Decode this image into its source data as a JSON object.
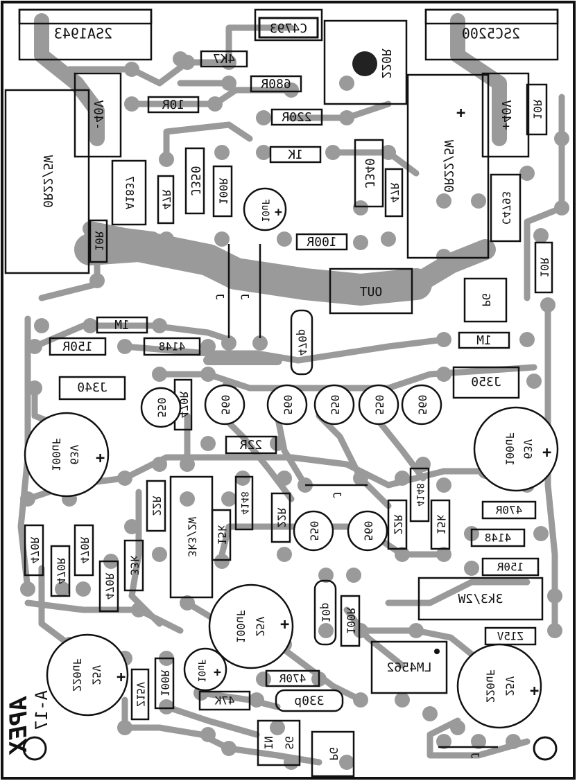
{
  "board": {
    "brand": "APEX",
    "model": "A-17",
    "colors": {
      "copper": "#9a9a9a",
      "ink": "#111111",
      "paper": "#ffffff"
    }
  },
  "components": [
    {
      "id": "q-2sa1943",
      "text": "2SA1943"
    },
    {
      "id": "q-2sc5200",
      "text": "2SC5200"
    },
    {
      "id": "c-4793-top",
      "text": "C4793"
    },
    {
      "id": "trim-220r",
      "text": "220R"
    },
    {
      "id": "r-4k7",
      "text": "4K7"
    },
    {
      "id": "r-680r",
      "text": "680R"
    },
    {
      "id": "r-10r-top",
      "text": "10R"
    },
    {
      "id": "r-220r",
      "text": "220R"
    },
    {
      "id": "r-1k",
      "text": "1K"
    },
    {
      "id": "rail-neg40",
      "text": "-40V"
    },
    {
      "id": "rail-pos40",
      "text": "+40V"
    },
    {
      "id": "r-10r-right",
      "text": "10R"
    },
    {
      "id": "r-0r22-left",
      "text": "0R22/5W"
    },
    {
      "id": "r-0r22-right",
      "text": "0R22/5W"
    },
    {
      "id": "q-a1837",
      "text": "A1837"
    },
    {
      "id": "r-47r-left",
      "text": "47R"
    },
    {
      "id": "q-j350-top",
      "text": "J350"
    },
    {
      "id": "r-100r-top",
      "text": "100R"
    },
    {
      "id": "c-10uf-top",
      "text": "10uF"
    },
    {
      "id": "q-j340-top",
      "text": "J340"
    },
    {
      "id": "r-47r-right",
      "text": "47R"
    },
    {
      "id": "c-4793-right",
      "text": "C4793"
    },
    {
      "id": "r-10r-left",
      "text": "10R"
    },
    {
      "id": "r-100r-mid",
      "text": "100R"
    },
    {
      "id": "r-10r-right2",
      "text": "10R"
    },
    {
      "id": "out",
      "text": "OUT"
    },
    {
      "id": "pg-top",
      "text": "PG"
    },
    {
      "id": "jumper-1",
      "text": "J"
    },
    {
      "id": "jumper-2",
      "text": "J"
    },
    {
      "id": "r-1m-left",
      "text": "1M"
    },
    {
      "id": "r-150r-left",
      "text": "150R"
    },
    {
      "id": "d-4148-left",
      "text": "4148"
    },
    {
      "id": "c-470p",
      "text": "470p"
    },
    {
      "id": "r-1m-right",
      "text": "1M"
    },
    {
      "id": "q-j340-mid",
      "text": "J340"
    },
    {
      "id": "q-j350-mid",
      "text": "J350"
    },
    {
      "id": "q-550-a",
      "text": "550"
    },
    {
      "id": "r-470r-mid",
      "text": "470R"
    },
    {
      "id": "q-560-a",
      "text": "560"
    },
    {
      "id": "q-560-b",
      "text": "560"
    },
    {
      "id": "q-550-b",
      "text": "550"
    },
    {
      "id": "q-550-c",
      "text": "550"
    },
    {
      "id": "q-560-c",
      "text": "560"
    },
    {
      "id": "c-100uf-left-value",
      "text": "100uF"
    },
    {
      "id": "c-100uf-left-volt",
      "text": "63V"
    },
    {
      "id": "c-100uf-right-value",
      "text": "100uF"
    },
    {
      "id": "c-100uf-right-volt",
      "text": "63V"
    },
    {
      "id": "r-22r-top",
      "text": "22R"
    },
    {
      "id": "r-22r-left",
      "text": "22R"
    },
    {
      "id": "r-3k3-left",
      "text": "3k3/2W"
    },
    {
      "id": "r-15k-left",
      "text": "15k"
    },
    {
      "id": "d-4148-center",
      "text": "4148"
    },
    {
      "id": "r-22r-center",
      "text": "22R"
    },
    {
      "id": "jumper-3",
      "text": "J"
    },
    {
      "id": "q-550-d",
      "text": "550"
    },
    {
      "id": "q-560-d",
      "text": "560"
    },
    {
      "id": "r-22r-right",
      "text": "22R"
    },
    {
      "id": "d-4148-right",
      "text": "4148"
    },
    {
      "id": "r-15k-right",
      "text": "15k"
    },
    {
      "id": "r-470r-right",
      "text": "470R"
    },
    {
      "id": "d-4148-far-right",
      "text": "4148"
    },
    {
      "id": "r-150r-right",
      "text": "150R"
    },
    {
      "id": "r-3k3-right",
      "text": "3k3/2W"
    },
    {
      "id": "r-470r-a",
      "text": "470R"
    },
    {
      "id": "r-470r-b",
      "text": "470R"
    },
    {
      "id": "r-470r-c",
      "text": "470R"
    },
    {
      "id": "r-470r-d",
      "text": "470R"
    },
    {
      "id": "r-33k",
      "text": "33k"
    },
    {
      "id": "c-100uf-25v-value",
      "text": "100uF"
    },
    {
      "id": "c-100uf-25v-volt",
      "text": "25V"
    },
    {
      "id": "c-10p",
      "text": "10p"
    },
    {
      "id": "r-100r-bottom",
      "text": "100R"
    },
    {
      "id": "d-z15v-right",
      "text": "Z15V"
    },
    {
      "id": "u-lm4562",
      "text": "LM4562"
    },
    {
      "id": "c-220uf-left-value",
      "text": "220uF"
    },
    {
      "id": "c-220uf-left-volt",
      "text": "25V"
    },
    {
      "id": "d-z15v-left",
      "text": "Z15V"
    },
    {
      "id": "r-100r-low",
      "text": "100R"
    },
    {
      "id": "c-10uf-bottom",
      "text": "10uF"
    },
    {
      "id": "r-470r-low",
      "text": "470R"
    },
    {
      "id": "r-47k",
      "text": "47K"
    },
    {
      "id": "c-330p",
      "text": "330p"
    },
    {
      "id": "c-220uf-right-value",
      "text": "220uF"
    },
    {
      "id": "c-220uf-right-volt",
      "text": "25V"
    },
    {
      "id": "in",
      "text": "IN"
    },
    {
      "id": "sg",
      "text": "SG"
    },
    {
      "id": "pg-bottom",
      "text": "PG"
    },
    {
      "id": "jumper-4",
      "text": "J"
    }
  ]
}
